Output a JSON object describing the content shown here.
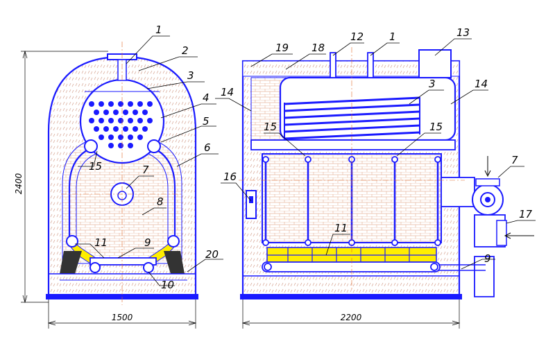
{
  "callouts": {
    "c1": "1",
    "c2": "2",
    "c3": "3",
    "c4": "4",
    "c5": "5",
    "c6": "6",
    "c7": "7",
    "c8": "8",
    "c9": "9",
    "c10": "10",
    "c11": "11",
    "c15": "15",
    "c20": "20",
    "r1": "1",
    "r3": "3",
    "r7": "7",
    "r9": "9",
    "r11": "11",
    "r12": "12",
    "r13": "13",
    "r14a": "14",
    "r14b": "14",
    "r15a": "15",
    "r15b": "15",
    "r16": "16",
    "r17": "17",
    "r18": "18",
    "r19": "19"
  },
  "dimensions": {
    "height": "2400",
    "front_width": "1500",
    "side_length": "2200"
  },
  "colors": {
    "outline": "#1a1aff",
    "axis": "#e06a2a",
    "insulation": "#d8a898",
    "brick": "#e8b8a0",
    "grate": "#ffee00"
  }
}
